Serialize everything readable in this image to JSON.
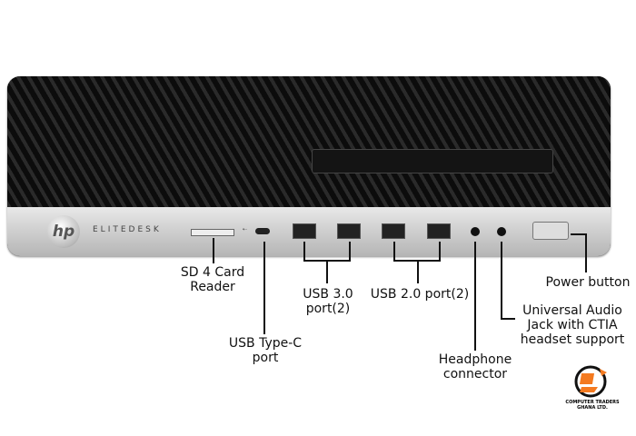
{
  "product": {
    "brand_logo": "hp",
    "model": "ELITEDESK"
  },
  "labels": {
    "sd_card": "SD 4 Card Reader",
    "usb_c": "USB Type-C port",
    "usb3": "USB 3.0 port(2)",
    "usb2": "USB 2.0 port(2)",
    "headphone": "Headphone connector",
    "audio_jack": "Universal Audio Jack with CTIA headset support",
    "power": "Power button"
  },
  "watermark": {
    "company": "COMPUTER TRADERS GHANA LTD.",
    "accent": "#f47a20"
  }
}
